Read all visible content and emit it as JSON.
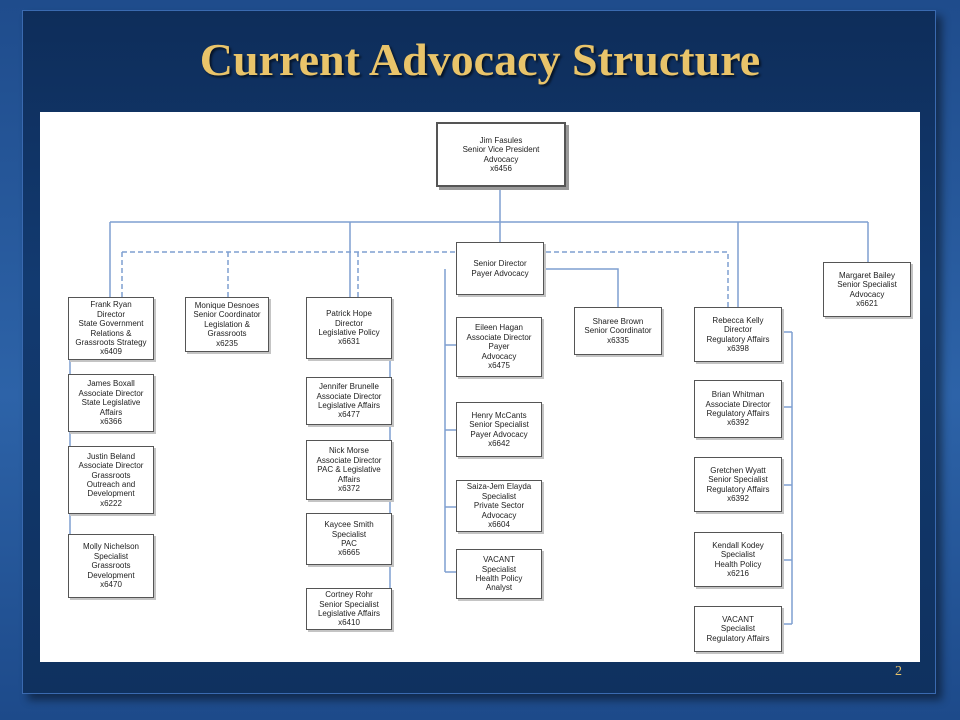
{
  "slide": {
    "title": "Current Advocacy Structure",
    "page_number": "2"
  },
  "boxes": {
    "jim_fasules": [
      "Jim Fasules",
      "Senior Vice President",
      "Advocacy",
      "x6456"
    ],
    "senior_director_payer": [
      "Senior Director",
      "Payer Advocacy"
    ],
    "margaret_bailey": [
      "Margaret Bailey",
      "Senior Specialist",
      "Advocacy",
      "x6621"
    ],
    "frank_ryan": [
      "Frank Ryan",
      "Director",
      "State Government",
      "Relations &",
      "Grassroots Strategy",
      "x6409"
    ],
    "james_boxall": [
      "James Boxall",
      "Associate Director",
      "State Legislative",
      "Affairs",
      "x6366"
    ],
    "justin_beland": [
      "Justin Beland",
      "Associate Director",
      "Grassroots",
      "Outreach and",
      "Development",
      "x6222"
    ],
    "molly_nichelson": [
      "Molly Nichelson",
      "Specialist",
      "Grassroots",
      "Development",
      "x6470"
    ],
    "monique_desnoes": [
      "Monique Desnoes",
      "Senior Coordinator",
      "Legislation &",
      "Grassroots",
      "x6235"
    ],
    "patrick_hope": [
      "Patrick Hope",
      "Director",
      "Legislative Policy",
      "x6631"
    ],
    "jennifer_brunelle": [
      "Jennifer Brunelle",
      "Associate Director",
      "Legislative Affairs",
      "x6477"
    ],
    "nick_morse": [
      "Nick Morse",
      "Associate Director",
      "PAC & Legislative",
      "Affairs",
      "x6372"
    ],
    "kaycee_smith": [
      "Kaycee Smith",
      "Specialist",
      "PAC",
      "x6665"
    ],
    "cortney_rohr": [
      "Cortney Rohr",
      "Senior Specialist",
      "Legislative Affairs",
      "x6410"
    ],
    "eileen_hagan": [
      "Eileen Hagan",
      "Associate Director",
      "Payer",
      "Advocacy",
      "x6475"
    ],
    "henry_mccants": [
      "Henry McCants",
      "Senior Specialist",
      "Payer Advocacy",
      "x6642"
    ],
    "saiza_jem_elayda": [
      "Saiza-Jem Elayda",
      "Specialist",
      "Private Sector",
      "Advocacy",
      "x6604"
    ],
    "vacant_health_policy": [
      "VACANT",
      "Specialist",
      "Health Policy",
      "Analyst"
    ],
    "sharee_brown": [
      "Sharee Brown",
      "Senior Coordinator",
      "x6335"
    ],
    "rebecca_kelly": [
      "Rebecca Kelly",
      "Director",
      "Regulatory Affairs",
      "x6398"
    ],
    "brian_whitman": [
      "Brian Whitman",
      "Associate Director",
      "Regulatory Affairs",
      "x6392"
    ],
    "gretchen_wyatt": [
      "Gretchen Wyatt",
      "Senior Specialist",
      "Regulatory Affairs",
      "x6392"
    ],
    "kendall_kodey": [
      "Kendall Kodey",
      "Specialist",
      "Health Policy",
      "x6216"
    ],
    "vacant_regulatory": [
      "VACANT",
      "Specialist",
      "Regulatory Affairs"
    ]
  },
  "colors": {
    "line": "#7f9fd1",
    "title": "#e9c46a",
    "panel": "#123a70"
  }
}
